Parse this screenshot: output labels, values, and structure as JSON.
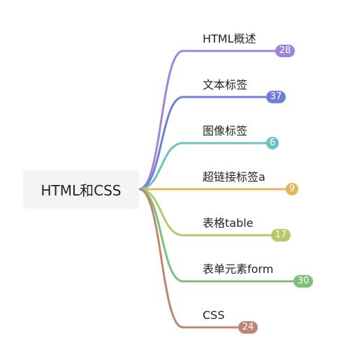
{
  "root": {
    "label": "HTML和CSS"
  },
  "branches": [
    {
      "label": "HTML概述",
      "count": "28",
      "color": "#a084dc"
    },
    {
      "label": "文本标签",
      "count": "37",
      "color": "#6f7fd6"
    },
    {
      "label": "图像标签",
      "count": "6",
      "color": "#6cc3c1"
    },
    {
      "label": "超链接标签a",
      "count": "9",
      "color": "#e0b85a"
    },
    {
      "label": "表格table",
      "count": "17",
      "color": "#b3c96a"
    },
    {
      "label": "表单元素form",
      "count": "30",
      "color": "#7cc17a"
    },
    {
      "label": "CSS",
      "count": "24",
      "color": "#c08572"
    }
  ]
}
